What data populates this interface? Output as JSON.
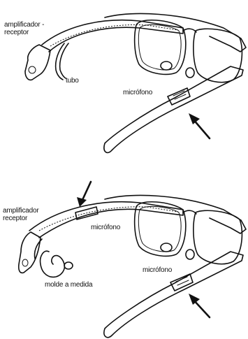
{
  "figure_top": {
    "labels": {
      "amp_line1": "amplificador -",
      "amp_line2": "receptor",
      "tube": "tubo",
      "mic": "micrófono"
    }
  },
  "figure_bottom": {
    "labels": {
      "amp_line1": "amplificador",
      "amp_line2": "receptor",
      "mic_top": "micrófono",
      "mic_temple": "micrófono",
      "earmold": "molde a medida"
    }
  }
}
